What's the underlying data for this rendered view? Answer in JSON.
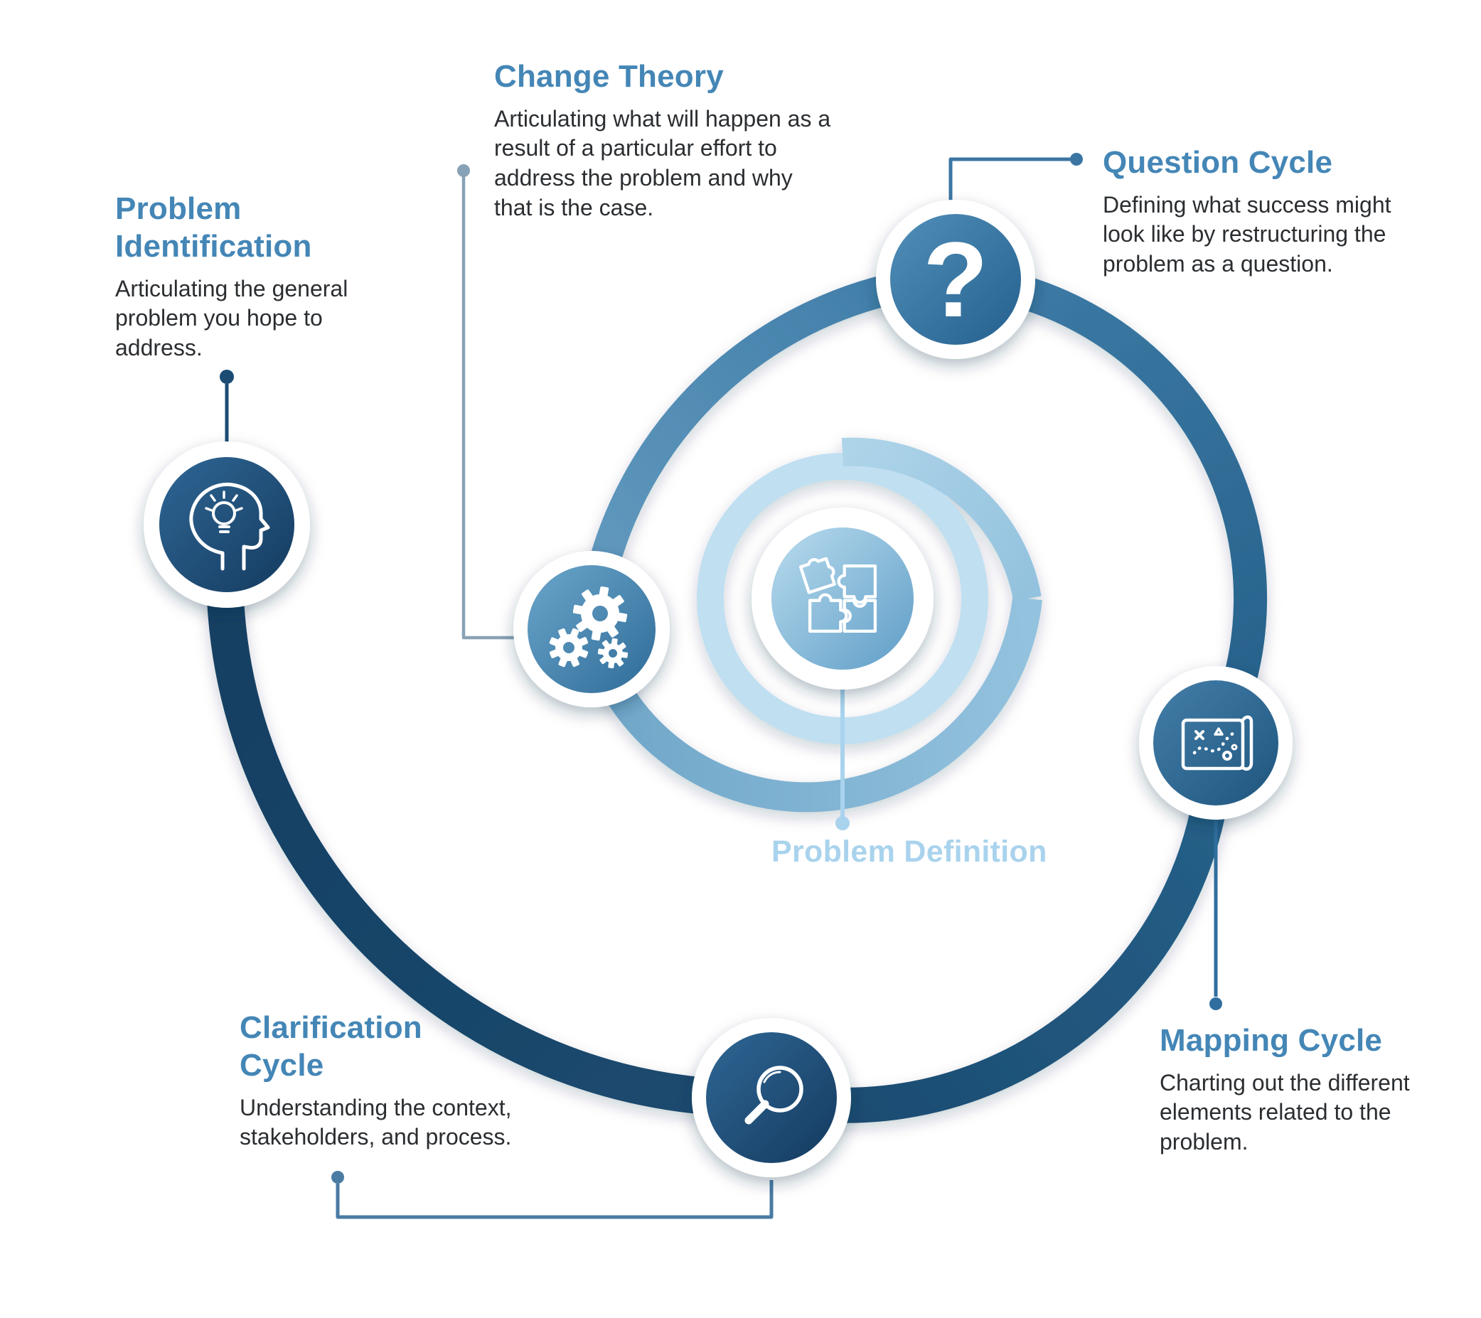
{
  "colors": {
    "heading": "#4486b6",
    "body_text": "#2b2e31",
    "center_label": "#a9d3ed",
    "spiral_dark": "#153e61",
    "spiral_light": "#c0dff1"
  },
  "nodes": {
    "problem_identification": {
      "title": "Problem Identification",
      "description": "Articulating the general problem you hope to address."
    },
    "change_theory": {
      "title": "Change Theory",
      "description": "Articulating what will happen as a result of a particular effort to address the problem and why that is the case."
    },
    "question_cycle": {
      "title": "Question Cycle",
      "description": "Defining what success might look like by restructuring the problem as a question."
    },
    "mapping_cycle": {
      "title": "Mapping Cycle",
      "description": "Charting out the different elements related to the problem."
    },
    "clarification_cycle": {
      "title": "Clarification Cycle",
      "description": "Understanding the context, stakeholders, and process."
    }
  },
  "center": {
    "label": "Problem Definition"
  },
  "icons": {
    "question_glyph": "?"
  }
}
